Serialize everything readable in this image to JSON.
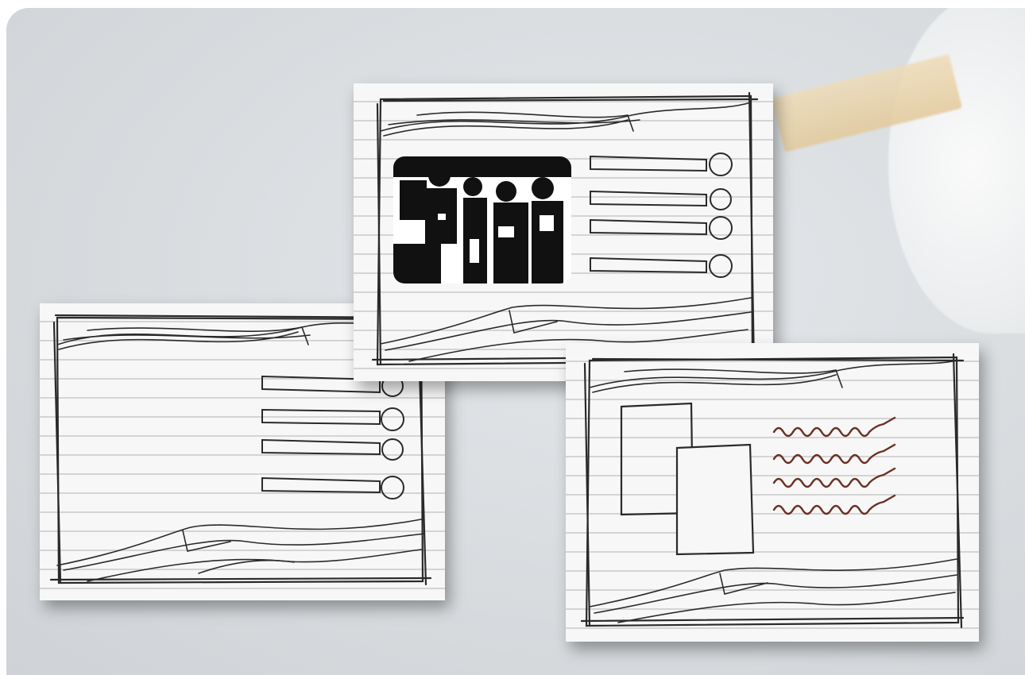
{
  "scene": {
    "background_color": "#d9dde0",
    "sketch_stroke_color": "#2a2a2a",
    "scribble_color": "#6b2f22",
    "tape_color": "#e6cfa3"
  },
  "cards": [
    {
      "id": "wireframe-list",
      "list_rows": 4,
      "row_marker": "circle"
    },
    {
      "id": "wireframe-photo-list",
      "list_rows": 4,
      "row_marker": "circle",
      "has_photo": true
    },
    {
      "id": "wireframe-boxes-text",
      "boxes": 2,
      "scribble_lines": 4
    }
  ]
}
